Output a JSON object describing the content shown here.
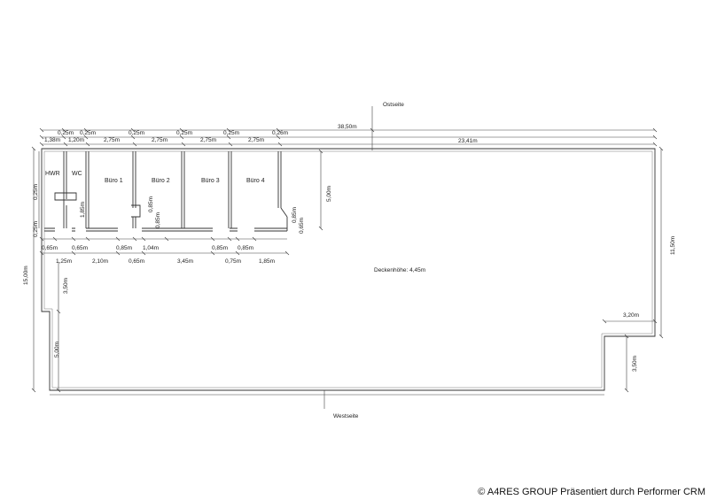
{
  "compass": {
    "east": "Ostseite",
    "west": "Westseite"
  },
  "ceiling_note": "Deckenhöhe: 4,45m",
  "rooms": [
    "HWR",
    "WC",
    "Büro 1",
    "Büro 2",
    "Büro 3",
    "Büro 4"
  ],
  "dimensions": {
    "top_overall": "38,50m",
    "top_right": "23,41m",
    "top_walls": [
      "0,25m",
      "0,25m",
      "0,25m",
      "0,25m",
      "0,25m",
      "0,26m"
    ],
    "top_rooms": [
      "1,38m",
      "1,20m",
      "2,75m",
      "2,75m",
      "2,75m",
      "2,75m"
    ],
    "left_height": "15,00m",
    "left_wall_top": "0,25m",
    "left_wall_bottom": "0,25m",
    "wc_depth": "1,85m",
    "buero1_door": "0,85m",
    "buero1_wall": "0,85m",
    "buero4_door": "0,85m",
    "buero4_wall": "0,65m",
    "office_depth": "5,00m",
    "right_height": "11,50m",
    "notch_width": "3,20m",
    "notch_height": "3,50m",
    "left_notch_height": "3,50m",
    "left_bottom": "5,00m",
    "bottom_row1": [
      "0,65m",
      "0,65m",
      "0,85m",
      "1,04m",
      "0,85m",
      "0,85m"
    ],
    "bottom_row2": [
      "1,25m",
      "2,10m",
      "0,65m",
      "3,45m",
      "0,75m",
      "1,85m"
    ]
  },
  "credit": "© A4RES GROUP Präsentiert durch Performer CRM"
}
